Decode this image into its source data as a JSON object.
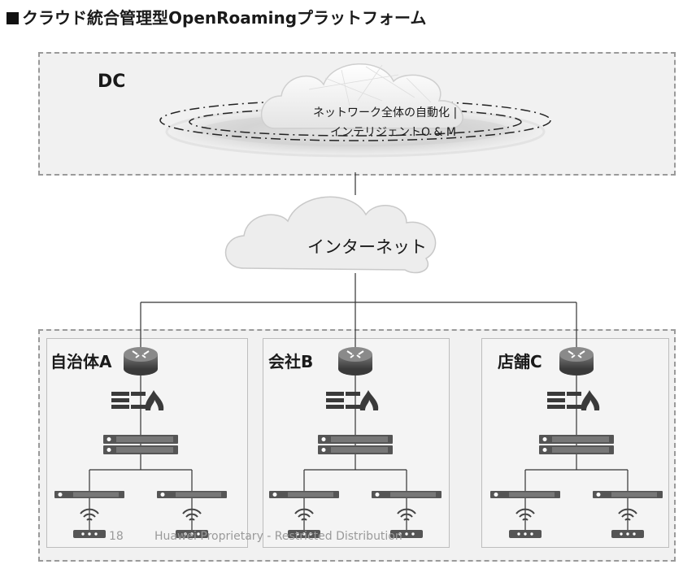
{
  "title": "クラウド統合管理型OpenRoamingプラットフォーム",
  "dc": {
    "label": "DC",
    "cloud_line1": "ネットワーク全体の自動化 |",
    "cloud_line2": "インテリジェントO & M"
  },
  "internet": {
    "label": "インターネット"
  },
  "sites": [
    {
      "label": "自治体A"
    },
    {
      "label": "会社B"
    },
    {
      "label": "店舗C"
    }
  ],
  "footer": {
    "page_number": "18",
    "text": "Huawei Proprietary - Restricted Distribution"
  }
}
